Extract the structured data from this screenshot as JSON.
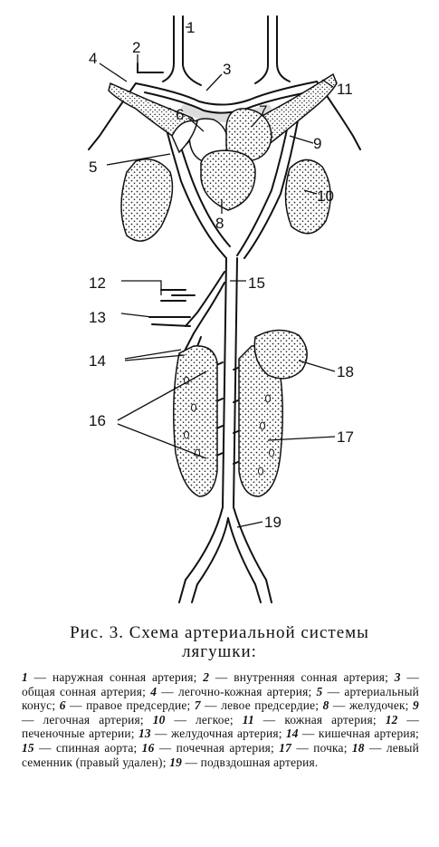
{
  "figure": {
    "labels": [
      "1",
      "2",
      "3",
      "4",
      "5",
      "6",
      "7",
      "8",
      "9",
      "10",
      "11",
      "12",
      "15",
      "13",
      "14",
      "18",
      "16",
      "17",
      "19"
    ]
  },
  "caption": {
    "prefix": "Рис. 3.",
    "title": "Схема артериальной системы",
    "title_line2": "лягушки:"
  },
  "legend": [
    {
      "num": "1",
      "text": "наружная сонная артерия;"
    },
    {
      "num": "2",
      "text": "внутренняя сонная артерия;"
    },
    {
      "num": "3",
      "text": "общая сонная артерия;"
    },
    {
      "num": "4",
      "text": "легочно-кожная артерия;"
    },
    {
      "num": "5",
      "text": "артериальный конус;"
    },
    {
      "num": "6",
      "text": "правое предсердие;"
    },
    {
      "num": "7",
      "text": "левое предсердие;"
    },
    {
      "num": "8",
      "text": "желудочек;"
    },
    {
      "num": "9",
      "text": "легочная артерия;"
    },
    {
      "num": "10",
      "text": "легкое;"
    },
    {
      "num": "11",
      "text": "кожная артерия;"
    },
    {
      "num": "12",
      "text": "печеночные артерии;"
    },
    {
      "num": "13",
      "text": "желудочная артерия;"
    },
    {
      "num": "14",
      "text": "кишечная артерия;"
    },
    {
      "num": "15",
      "text": "спинная аорта;"
    },
    {
      "num": "16",
      "text": "почечная артерия;"
    },
    {
      "num": "17",
      "text": "почка;"
    },
    {
      "num": "18",
      "text": "левый семенник (правый удален);"
    },
    {
      "num": "19",
      "text": "подвздошная артерия."
    }
  ]
}
